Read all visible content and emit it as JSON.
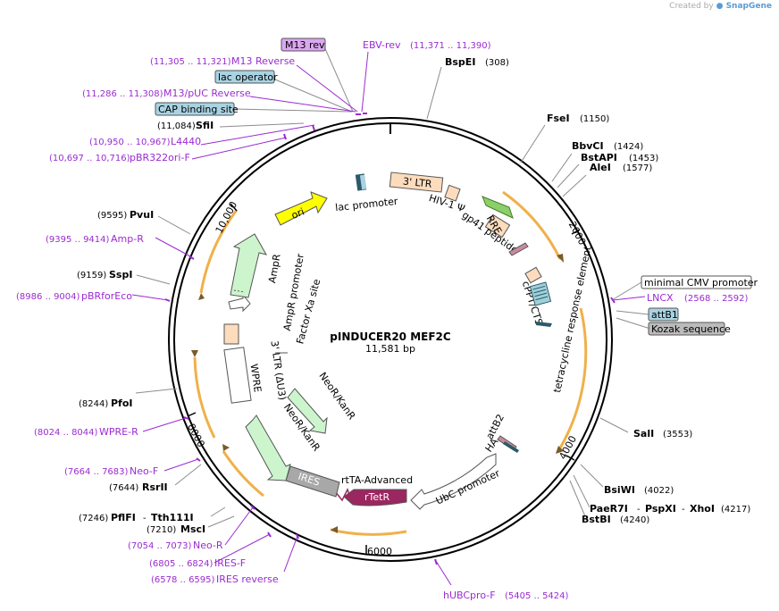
{
  "credit": {
    "prefix": "Created by",
    "brand": "SnapGene"
  },
  "plasmid": {
    "name": "pINDUCER20 MEF2C",
    "length": "11,581 bp"
  },
  "colors": {
    "primer": "#9a2bd1",
    "ori": "#ffff00",
    "ltr": "#fcdcbc",
    "resistance": "#cdf5cd",
    "ires": "#a8a8a8",
    "rtetr": "#9b2760",
    "orange_track": "#f0b04a",
    "gray_box": "#bbbbbb",
    "blue_box": "#a9d3e2",
    "violet_box": "#dba6f2"
  },
  "sites": [
    {
      "name": "BspEI",
      "pos": "(308)"
    },
    {
      "name": "FseI",
      "pos": "(1150)"
    },
    {
      "name": "BbvCI",
      "pos": "(1424)"
    },
    {
      "name": "BstAPI",
      "pos": "(1453)"
    },
    {
      "name": "AleI",
      "pos": "(1577)"
    },
    {
      "name": "SalI",
      "pos": "(3553)"
    },
    {
      "name": "BsiWI",
      "pos": "(4022)"
    },
    {
      "name": "PaeR7I",
      "sep1": "-",
      "name2": "PspXI",
      "sep2": "-",
      "name3": "XhoI",
      "pos": "(4217)"
    },
    {
      "name": "BstBI",
      "pos": "(4240)"
    },
    {
      "name": "Tth111I",
      "pos": ""
    },
    {
      "name": "PflFI",
      "sep1": "-",
      "pos": "(7246)"
    },
    {
      "name": "MscI",
      "pos": "(7210)"
    },
    {
      "name": "RsrII",
      "pos": "(7644)"
    },
    {
      "name": "PfoI",
      "pos": "(8244)"
    },
    {
      "name": "SspI",
      "pos": "(9159)"
    },
    {
      "name": "PvuI",
      "pos": "(9595)"
    },
    {
      "name": "SfiI",
      "pos": "(11,084)"
    }
  ],
  "primers": [
    {
      "name": "EBV-rev",
      "pos": "(11,371 .. 11,390)"
    },
    {
      "name": "M13 Reverse",
      "pos": "(11,305 .. 11,321)"
    },
    {
      "name": "M13/pUC Reverse",
      "pos": "(11,286 .. 11,308)"
    },
    {
      "name": "L4440",
      "pos": "(10,950 .. 10,967)"
    },
    {
      "name": "pBR322ori-F",
      "pos": "(10,697 .. 10,716)"
    },
    {
      "name": "Amp-R",
      "pos": "(9395 .. 9414)"
    },
    {
      "name": "pBRforEco",
      "pos": "(8986 .. 9004)"
    },
    {
      "name": "WPRE-R",
      "pos": "(8024 .. 8044)"
    },
    {
      "name": "Neo-F",
      "pos": "(7664 .. 7683)"
    },
    {
      "name": "Neo-R",
      "pos": "(7054 .. 7073)"
    },
    {
      "name": "IRES-F",
      "pos": "(6805 .. 6824)"
    },
    {
      "name": "IRES reverse",
      "pos": "(6578 .. 6595)"
    },
    {
      "name": "hUBCpro-F",
      "pos": "(5405 .. 5424)"
    },
    {
      "name": "LNCX",
      "pos": "(2568 .. 2592)"
    }
  ],
  "boxes": {
    "m13rev": "M13 rev",
    "lac_operator": "lac operator",
    "cap_site": "CAP binding site",
    "min_cmv": "minimal CMV promoter",
    "attb1": "attB1",
    "kozak": "Kozak sequence"
  },
  "features": {
    "ltr5": "3' LTR",
    "hiv_psi": "HIV-1 Ψ",
    "rre": "RRE",
    "gp41": "gp41 peptide",
    "cppt": "cPPT/CTS",
    "tre": "tetracycline response element",
    "attb2": "attB2",
    "ha": "HA",
    "ubc": "UbC promoter",
    "rtetr": "rTetR",
    "rtta": "rtTA-Advanced",
    "ires": "IRES",
    "neo1": "NeoR/KanR",
    "neo2": "NeoR/KanR",
    "wpre": "WPRE",
    "ltr3": "3' LTR (ΔU3)",
    "factorxa": "Factor Xa site",
    "ampr_prom": "AmpR promoter",
    "ampr": "AmpR",
    "ori": "ori",
    "lac_prom": "lac promoter"
  },
  "ticks": {
    "t2000": "2000",
    "t4000": "4000",
    "t6000": "6000",
    "t8000": "8000",
    "t10000": "10,000"
  }
}
